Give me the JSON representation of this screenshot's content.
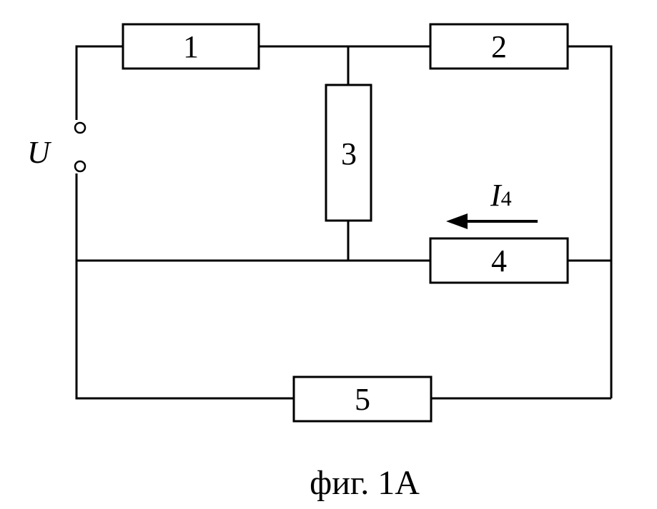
{
  "diagram": {
    "source_label": "U",
    "current_label": "I",
    "current_subscript": "4",
    "resistors": [
      {
        "id": "r1",
        "label": "1"
      },
      {
        "id": "r2",
        "label": "2"
      },
      {
        "id": "r3",
        "label": "3"
      },
      {
        "id": "r4",
        "label": "4"
      },
      {
        "id": "r5",
        "label": "5"
      }
    ],
    "caption": "фиг. 1А"
  }
}
